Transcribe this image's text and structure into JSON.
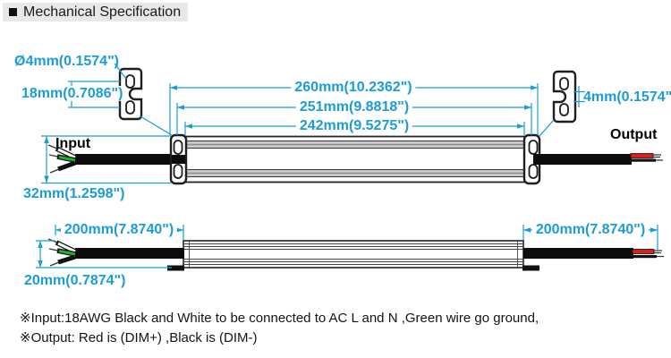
{
  "title": {
    "text": "Mechanical Specification"
  },
  "colors": {
    "dimension_blue": "#1b9cd9",
    "wire_green": "#1db135",
    "wire_red": "#e01e1e",
    "outline": "#222222",
    "title_bg": "#e8e8e8"
  },
  "top_view": {
    "labels": {
      "input": "Input",
      "output": "Output"
    },
    "dimensions": {
      "hole_diameter": "Ø4mm(0.1574\")",
      "hole_spacing": "18mm(0.7086\")",
      "overall_length": "260mm(10.2362\")",
      "case_length": "251mm(9.8818\")",
      "mounting_length": "242mm(9.5275\")",
      "slot_width": "4mm(0.1574\")",
      "body_width": "32mm(1.2598\")"
    }
  },
  "side_view": {
    "dimensions": {
      "input_cable_length": "200mm(7.8740\")",
      "output_cable_length": "200mm(7.8740\")",
      "body_height": "20mm(0.7874\")"
    }
  },
  "notes": [
    "※Input:18AWG Black and White to be connected to AC L and N ,Green wire go ground,",
    "※Output: Red is (DIM+) ,Black is (DIM-)"
  ]
}
